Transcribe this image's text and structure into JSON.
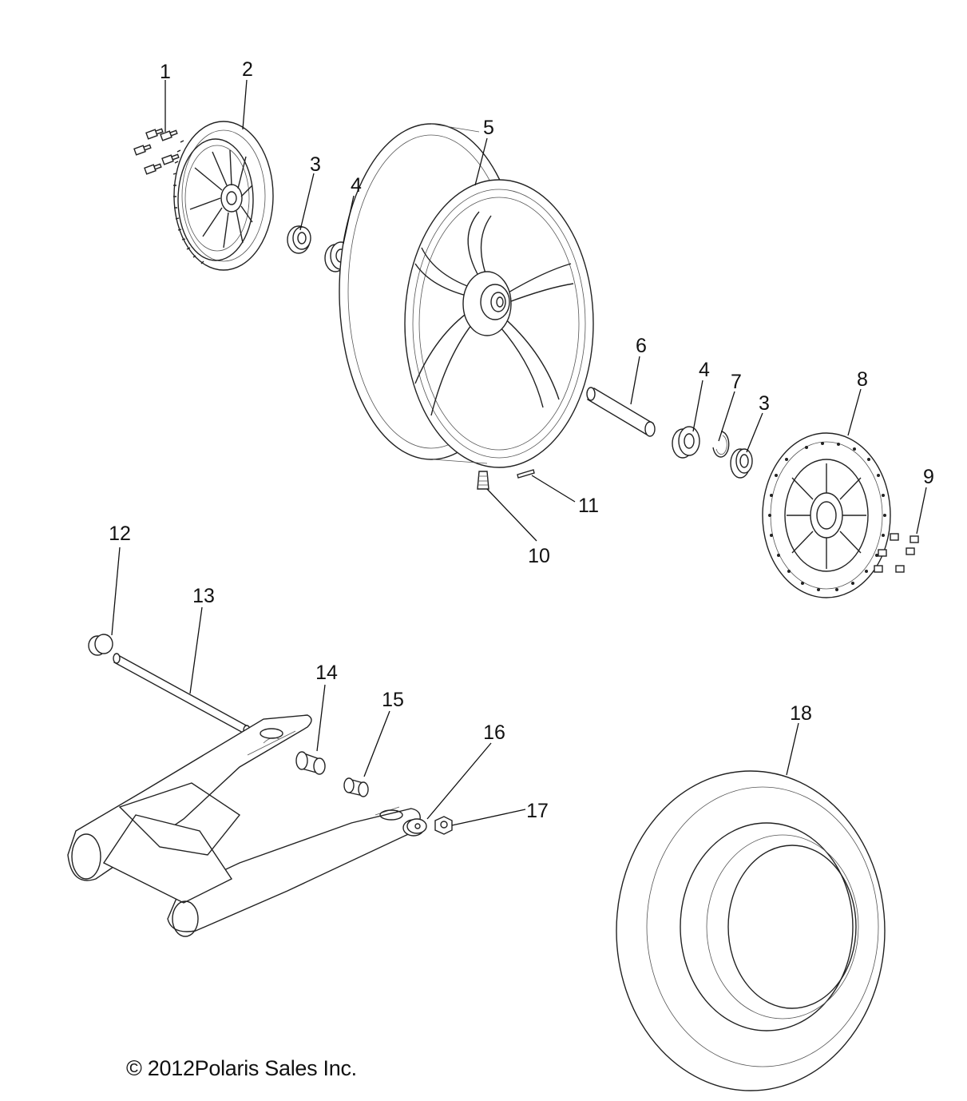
{
  "copyright": "© 2012Polaris Sales Inc.",
  "callouts": [
    {
      "id": "1",
      "label": "1"
    },
    {
      "id": "2",
      "label": "2"
    },
    {
      "id": "3a",
      "label": "3"
    },
    {
      "id": "4a",
      "label": "4"
    },
    {
      "id": "5",
      "label": "5"
    },
    {
      "id": "6",
      "label": "6"
    },
    {
      "id": "4b",
      "label": "4"
    },
    {
      "id": "7",
      "label": "7"
    },
    {
      "id": "3b",
      "label": "3"
    },
    {
      "id": "8",
      "label": "8"
    },
    {
      "id": "9",
      "label": "9"
    },
    {
      "id": "10",
      "label": "10"
    },
    {
      "id": "11",
      "label": "11"
    },
    {
      "id": "12",
      "label": "12"
    },
    {
      "id": "13",
      "label": "13"
    },
    {
      "id": "14",
      "label": "14"
    },
    {
      "id": "15",
      "label": "15"
    },
    {
      "id": "16",
      "label": "16"
    },
    {
      "id": "17",
      "label": "17"
    },
    {
      "id": "18",
      "label": "18"
    }
  ]
}
